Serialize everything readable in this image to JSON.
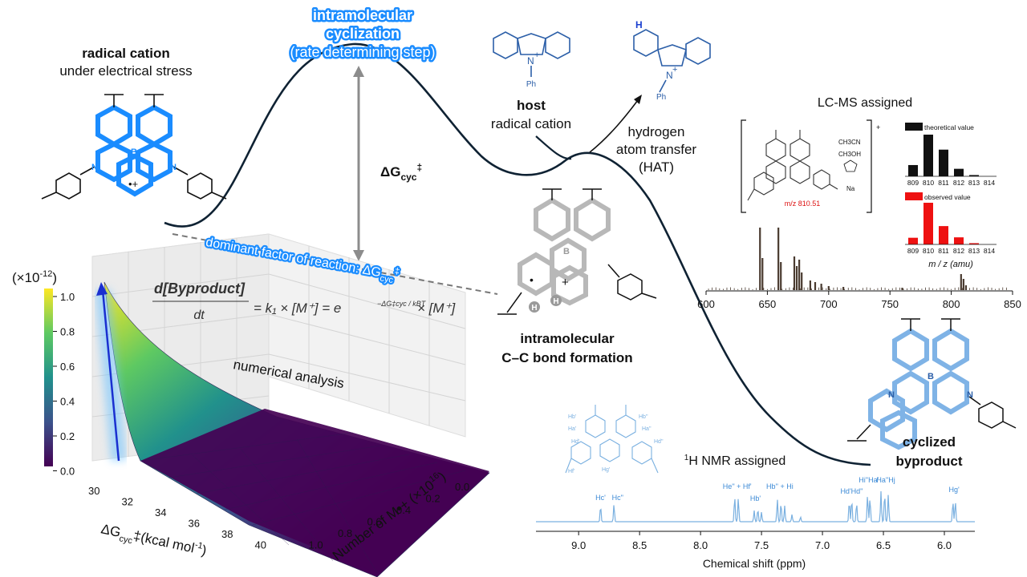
{
  "energy_profile": {
    "radical_cation": {
      "title": "radical cation",
      "subtitle": "under electrical stress"
    },
    "ts_label": {
      "line1": "intramolecular",
      "line2": "cyclization",
      "line3": "(rate determining step)"
    },
    "barrier_label": {
      "main": "ΔG",
      "sub": "cyc",
      "sup": "‡"
    },
    "host": {
      "title": "host",
      "subtitle": "radical cation",
      "ph": "Ph",
      "n": "N",
      "plus": "+",
      "h": "H"
    },
    "hat": {
      "line1": "hydrogen",
      "line2": "atom transfer",
      "line3": "(HAT)"
    },
    "intermediate": {
      "line1": "intramolecular",
      "line2": "C–C bond formation"
    },
    "product": {
      "line1": "cyclized",
      "line2": "byproduct"
    },
    "dominant_factor": "dominant factor of reaction: ΔG",
    "dominant_sub": "cyc",
    "dominant_sup": "‡"
  },
  "equation": {
    "numerator": "d[Byproduct]",
    "denominator": "dt",
    "middle": "= k₁ × [M⁺] = e",
    "exponent": "−ΔG‡cyc / kBT",
    "tail": "× [M⁺]"
  },
  "surface_plot": {
    "numerical_label": "numerical analysis",
    "colorbar_label": "(×10",
    "colorbar_exp": "-12",
    "colorbar_close": ")",
    "colorbar_ticks": [
      "1.0",
      "0.8",
      "0.6",
      "0.4",
      "0.2",
      "0.0"
    ],
    "x_ticks": [
      "30",
      "32",
      "34",
      "36",
      "38",
      "40"
    ],
    "x_label": "ΔG",
    "x_label_sub": "cyc",
    "x_label_tail": "‡(kcal mol",
    "x_label_exp": "-1",
    "x_label_close": ")",
    "y_ticks": [
      "0.0",
      "0.2",
      "0.4",
      "0.6",
      "0.8",
      "1.0"
    ],
    "y_label": "Number of M•+ (×10",
    "y_label_exp": "16",
    "y_label_close": ")"
  },
  "lcms": {
    "title": "LC-MS assigned",
    "solvents": [
      "CH3CN",
      "CH3OH",
      "Na"
    ],
    "mz_label": "m/z 810.51",
    "theoretical_label": "theoretical value",
    "observed_label": "observed value",
    "iso_ticks": [
      "809",
      "810",
      "811",
      "812",
      "813",
      "814"
    ],
    "iso_axis_label": "m / z (amu)",
    "spectrum_ticks": [
      "600",
      "650",
      "700",
      "750",
      "800",
      "850"
    ],
    "colors": {
      "theoretical": "#111111",
      "observed": "#ee1111",
      "spectrum": "#4a3b30"
    }
  },
  "nmr": {
    "title": "1H NMR assigned",
    "x_ticks": [
      "9.0",
      "8.5",
      "8.0",
      "7.5",
      "7.0",
      "6.5",
      "6.0"
    ],
    "x_label": "Chemical shift (ppm)",
    "peak_labels": [
      "Hc'",
      "Hc''",
      "He'' + Hf'",
      "Hb'",
      "Hb'' + Hi",
      "Hd'Hd''",
      "Hi''Ha'",
      "Ha''Hj",
      "Hg'"
    ],
    "color": "#7ab0e0"
  },
  "palette": {
    "accent_blue": "#1a8cff",
    "gray": "#9a9a9a",
    "structure_blue": "#2c5fa8",
    "light_blue": "#7fb3e6"
  }
}
